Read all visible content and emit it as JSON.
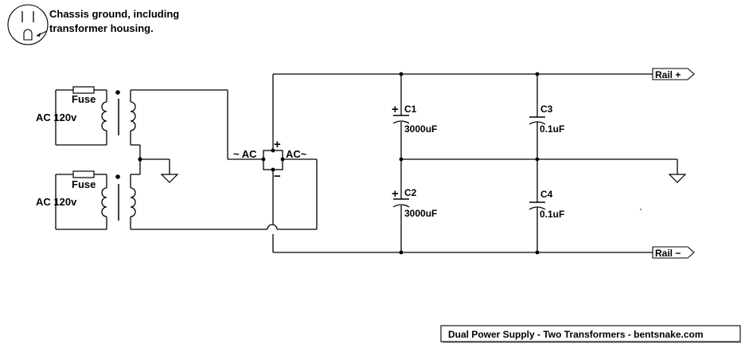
{
  "chassis_note": {
    "line1": "Chassis ground, including",
    "line2": "transformer housing."
  },
  "inputs": [
    {
      "fuse_label": "Fuse",
      "source_label": "AC 120v"
    },
    {
      "fuse_label": "Fuse",
      "source_label": "AC 120v"
    }
  ],
  "bridge": {
    "ac_left": "~ AC",
    "ac_right": "AC~",
    "plus": "+",
    "minus": "−"
  },
  "capacitors": [
    {
      "name": "C1",
      "value": "3000uF",
      "polarized": true
    },
    {
      "name": "C2",
      "value": "3000uF",
      "polarized": true
    },
    {
      "name": "C3",
      "value": "0.1uF",
      "polarized": false
    },
    {
      "name": "C4",
      "value": "0.1uF",
      "polarized": false
    }
  ],
  "polarity_mark": "+",
  "rails": {
    "positive": "Rail +",
    "negative": "Rail −"
  },
  "footer": "Dual Power Supply - Two Transformers - bentsnake.com"
}
